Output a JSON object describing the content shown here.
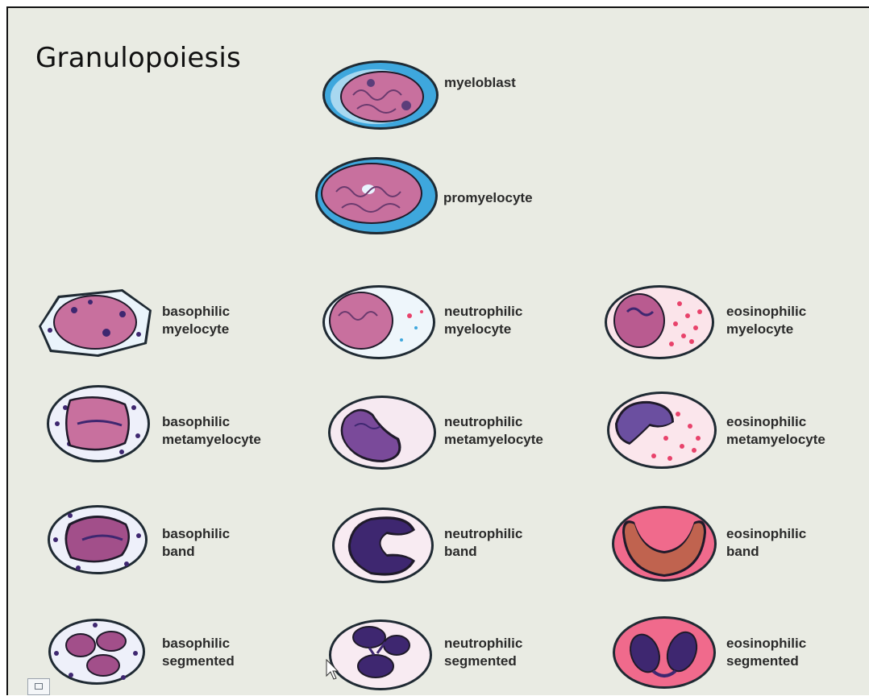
{
  "title": "Granulopoiesis",
  "colors": {
    "background": "#e9ebe3",
    "nucleus": "#c8709e",
    "dark_nucleus": "#3e2770",
    "blast_cytoplasm": "#3ea7dd",
    "eosinophil_granules": "#e8426b",
    "label_text": "#2a2a2a"
  },
  "stages": [
    {
      "id": "myeloblast",
      "label": [
        "myeloblast"
      ]
    },
    {
      "id": "promyelocyte",
      "label": [
        "promyelocyte"
      ]
    },
    {
      "id": "basophilic-myelocyte",
      "label": [
        "basophilic",
        "myelocyte"
      ]
    },
    {
      "id": "neutrophilic-myelocyte",
      "label": [
        "neutrophilic",
        "myelocyte"
      ]
    },
    {
      "id": "eosinophilic-myelocyte",
      "label": [
        "eosinophilic",
        "myelocyte"
      ]
    },
    {
      "id": "basophilic-metamyelocyte",
      "label": [
        "basophilic",
        "metamyelocyte"
      ]
    },
    {
      "id": "neutrophilic-metamyelocyte",
      "label": [
        "neutrophilic",
        "metamyelocyte"
      ]
    },
    {
      "id": "eosinophilic-metamyelocyte",
      "label": [
        "eosinophilic",
        "metamyelocyte"
      ]
    },
    {
      "id": "basophilic-band",
      "label": [
        "basophilic",
        "band"
      ]
    },
    {
      "id": "neutrophilic-band",
      "label": [
        "neutrophilic",
        "band"
      ]
    },
    {
      "id": "eosinophilic-band",
      "label": [
        "eosinophilic",
        "band"
      ]
    },
    {
      "id": "basophilic-segmented",
      "label": [
        "basophilic",
        "segmented"
      ]
    },
    {
      "id": "neutrophilic-segmented",
      "label": [
        "neutrophilic",
        "segmented"
      ]
    },
    {
      "id": "eosinophilic-segmented",
      "label": [
        "eosinophilic",
        "segmented"
      ]
    }
  ]
}
